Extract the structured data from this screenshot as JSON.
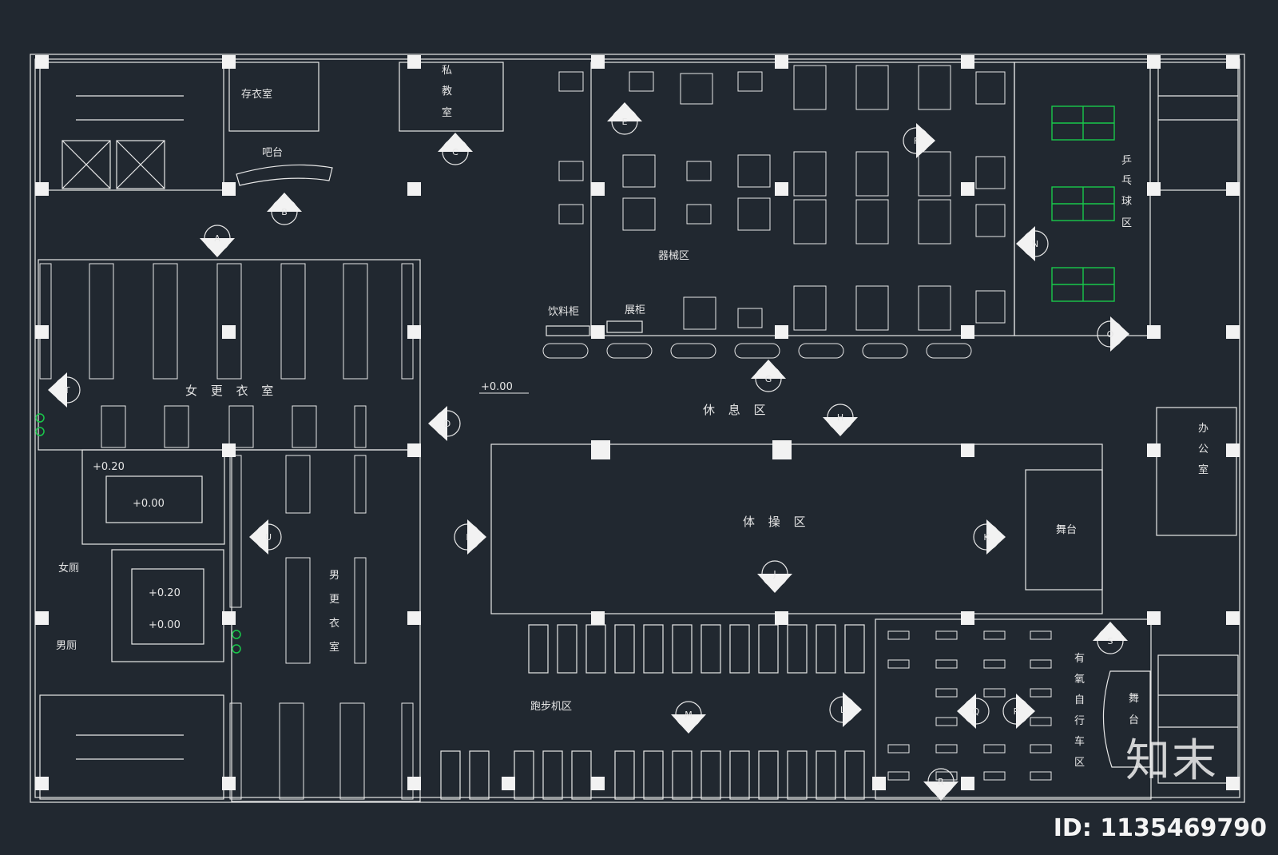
{
  "rooms": {
    "storage": "存衣室",
    "bar": "吧台",
    "private_classroom": [
      "私",
      "教",
      "室"
    ],
    "equipment_zone": "器械区",
    "table_tennis": [
      "乒",
      "乓",
      "球",
      "区"
    ],
    "drinks_cabinet": "饮料柜",
    "display_cabinet": "展柜",
    "rest_zone": "休 息 区",
    "women_locker": "女 更 衣 室",
    "men_locker": [
      "男",
      "更",
      "衣",
      "室"
    ],
    "women_wc": "女厕",
    "men_wc": "男厕",
    "gym_zone": "体 操 区",
    "stage_main": "舞台",
    "stage_side": [
      "舞",
      "台"
    ],
    "treadmill_zone": "跑步机区",
    "cycling_zone": [
      "有",
      "氧",
      "自",
      "行",
      "车",
      "区"
    ],
    "office": [
      "办",
      "公",
      "室"
    ]
  },
  "levels": {
    "main": "+0.00",
    "pool_edge": "+0.20",
    "pool_inner": "+0.00",
    "spa_top": "+0.20",
    "spa_bottom": "+0.00"
  },
  "markers": [
    "A",
    "B",
    "C",
    "D",
    "E",
    "F",
    "G",
    "H",
    "I",
    "J",
    "K",
    "L",
    "M",
    "N",
    "O",
    "P",
    "Q",
    "R",
    "S",
    "T",
    "U"
  ],
  "brand": {
    "name": "知末",
    "id": "ID: 1135469790"
  },
  "colors": {
    "background": "#212830",
    "line": "#e8e8e8",
    "accent_green": "#19c84a"
  }
}
